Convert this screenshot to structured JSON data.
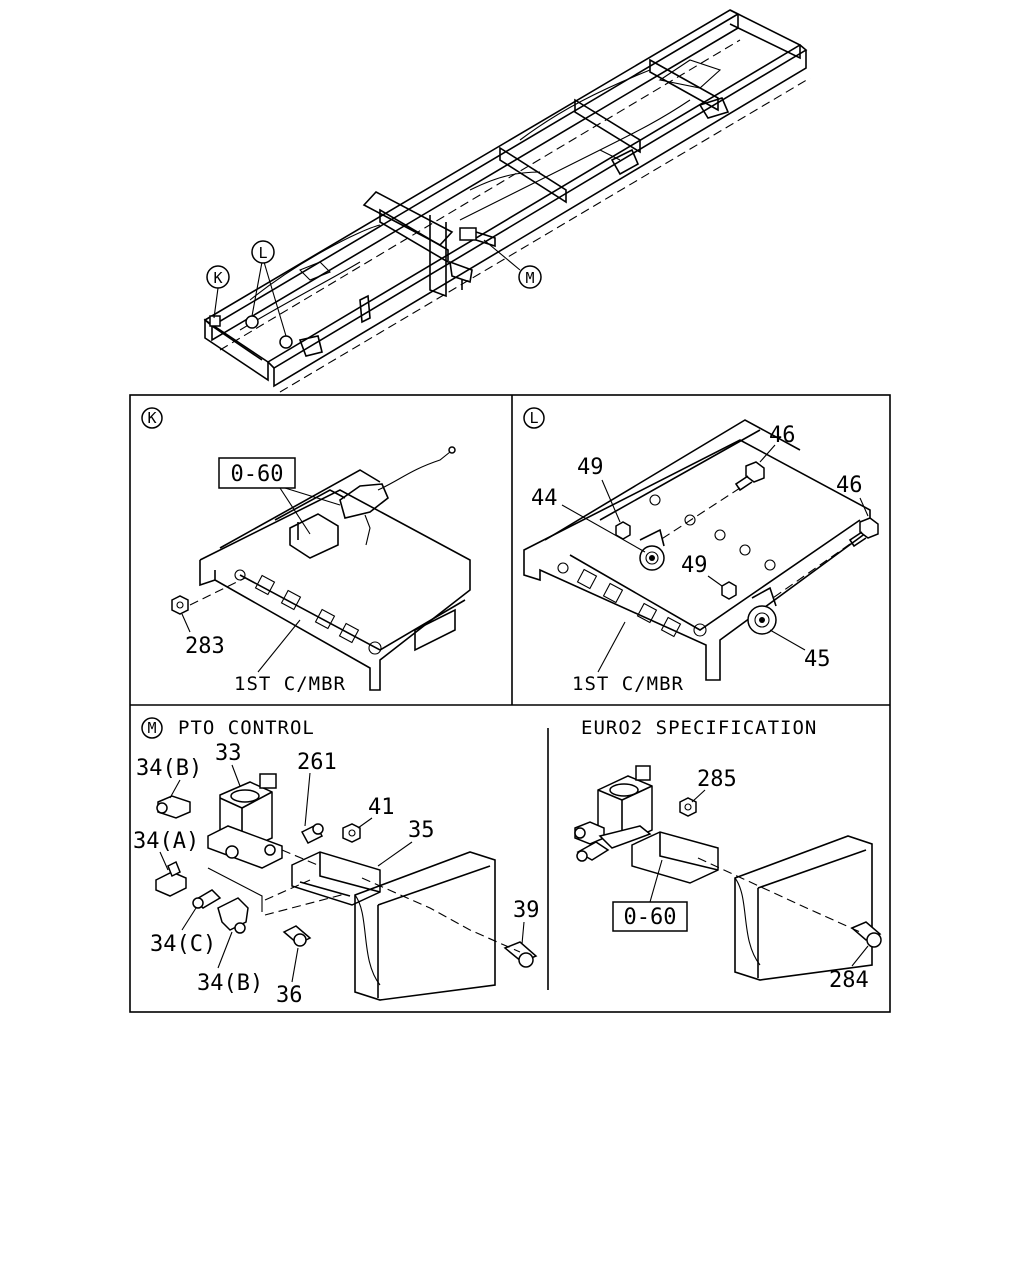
{
  "overview": {
    "callouts": {
      "k": "K",
      "l": "L",
      "m": "M"
    }
  },
  "panels": {
    "k": {
      "letter": "K",
      "ref_box": "0-60",
      "labels": {
        "p283": "283"
      },
      "caption": "1ST C/MBR"
    },
    "l": {
      "letter": "L",
      "labels": {
        "p49a": "49",
        "p44": "44",
        "p46a": "46",
        "p46b": "46",
        "p49b": "49",
        "p45": "45"
      },
      "caption": "1ST C/MBR"
    },
    "m": {
      "letter": "M",
      "title": "PTO CONTROL",
      "labels": {
        "p34b_top": "34(B)",
        "p33": "33",
        "p261": "261",
        "p34a": "34(A)",
        "p41": "41",
        "p35": "35",
        "p34c": "34(C)",
        "p34b_bot": "34(B)",
        "p36": "36",
        "p39": "39"
      }
    },
    "euro": {
      "title": "EURO2 SPECIFICATION",
      "ref_box": "0-60",
      "labels": {
        "p285": "285",
        "p284": "284"
      }
    }
  }
}
